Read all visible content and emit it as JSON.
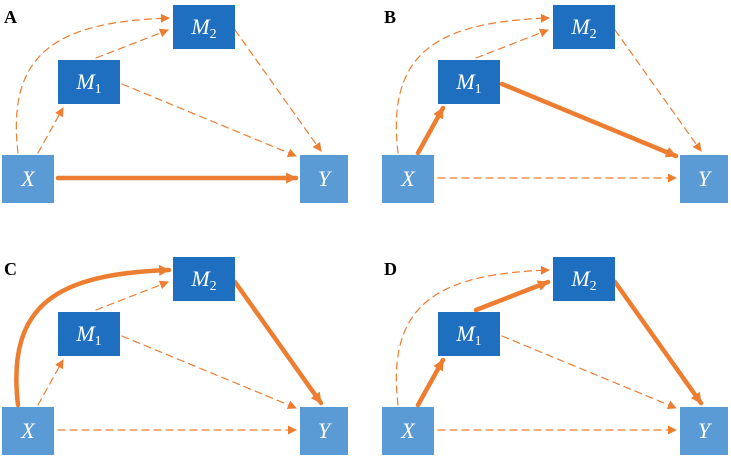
{
  "colors": {
    "light_node": "#5b9bd5",
    "dark_node": "#1f6fc1",
    "arrow": "#ed7d31",
    "label_text": "#ffffff"
  },
  "nodes": {
    "x": "X",
    "y": "Y",
    "m1": {
      "base": "M",
      "sub": "1"
    },
    "m2": {
      "base": "M",
      "sub": "2"
    }
  },
  "panels": [
    {
      "label": "A",
      "solid_paths": [
        "X→Y"
      ]
    },
    {
      "label": "B",
      "solid_paths": [
        "X→M1",
        "M1→Y"
      ]
    },
    {
      "label": "C",
      "solid_paths": [
        "X→M2",
        "M2→Y"
      ]
    },
    {
      "label": "D",
      "solid_paths": [
        "X→M1",
        "M1→M2",
        "M2→Y"
      ]
    }
  ]
}
